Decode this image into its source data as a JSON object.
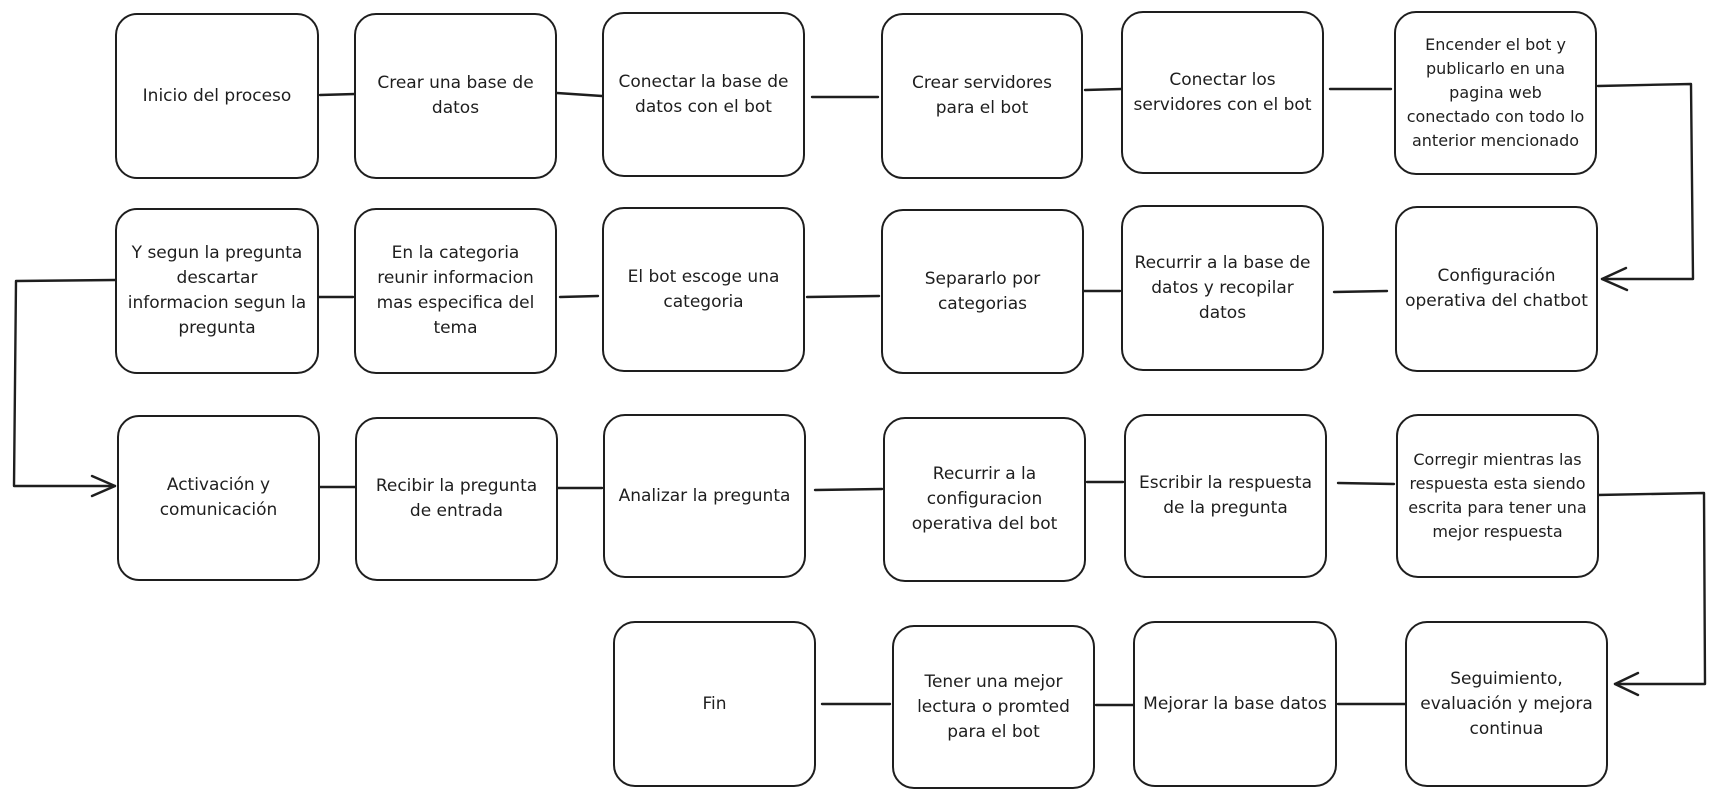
{
  "nodes": {
    "inicio": "Inicio del proceso",
    "crear_bd": "Crear una base de datos",
    "conectar_bd": "Conectar la base de datos con el bot",
    "crear_servidores": "Crear servidores para el bot",
    "conectar_servidores": "Conectar los servidores con el bot",
    "encender_bot": "Encender el bot y publicarlo en una pagina web conectado con todo lo anterior mencionado",
    "configuracion_chatbot": "Configuración operativa del chatbot",
    "recurrir_bd": "Recurrir a la base de datos y recopilar datos",
    "separar_categorias": "Separarlo por categorias",
    "escoge_categoria": "El bot escoge una categoria",
    "reunir_info": "En la categoria reunir informacion mas especifica del tema",
    "descartar_info": "Y segun la pregunta descartar informacion segun la pregunta",
    "activacion": "Activación y comunicación",
    "recibir_pregunta": "Recibir la pregunta de entrada",
    "analizar_pregunta": "Analizar la pregunta",
    "recurrir_config": "Recurrir a la configuracion operativa del bot",
    "escribir_respuesta": "Escribir la respuesta de la pregunta",
    "corregir": "Corregir mientras las respuesta esta siendo escrita para tener una mejor respuesta",
    "seguimiento": "Seguimiento, evaluación y mejora continua",
    "mejorar_bd": "Mejorar la base datos",
    "mejor_lectura": "Tener una mejor lectura o promted para el bot",
    "fin": "Fin"
  }
}
